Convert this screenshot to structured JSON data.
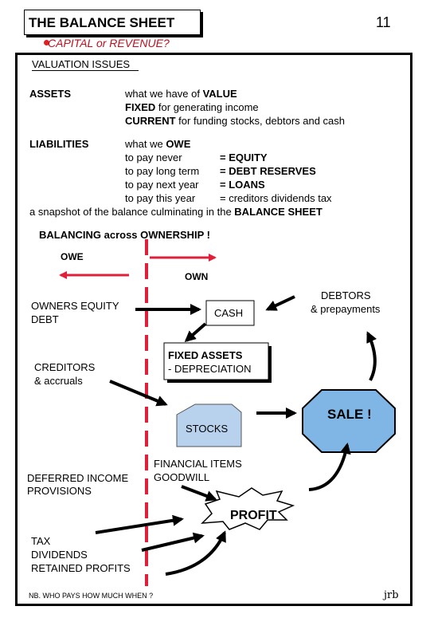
{
  "header": {
    "title": "THE BALANCE SHEET",
    "page_number": "11",
    "subtitle": "CAPITAL or REVENUE?"
  },
  "valuation": {
    "heading": "VALUATION ISSUES"
  },
  "assets": {
    "label": "ASSETS",
    "line1_prefix": "what we have of ",
    "line1_bold": "VALUE",
    "line2_bold": "FIXED",
    "line2_rest": " for generating income",
    "line3_bold": "CURRENT",
    "line3_rest": " for funding stocks, debtors and cash"
  },
  "liabilities": {
    "label": "LIABILITIES",
    "intro_prefix": "what we ",
    "intro_bold": "OWE",
    "rows": [
      {
        "left": "to pay never",
        "right": "= EQUITY"
      },
      {
        "left": "to pay long term",
        "right": "= DEBT RESERVES"
      },
      {
        "left": "to pay next year",
        "right": "=  LOANS"
      },
      {
        "left": "to pay this year",
        "right": "= creditors dividends tax"
      }
    ],
    "summary_prefix": "a snapshot of the balance culminating in the ",
    "summary_bold": "BALANCE SHEET"
  },
  "diagram": {
    "heading": "BALANCING across OWNERSHIP !",
    "owe": "OWE",
    "own": "OWN",
    "owners_equity": [
      "OWNERS EQUITY",
      "DEBT"
    ],
    "cash": "CASH",
    "debtors": [
      "DEBTORS",
      "& prepayments"
    ],
    "creditors": [
      "CREDITORS",
      "& accruals"
    ],
    "fixed_assets": [
      "FIXED ASSETS",
      "- DEPRECIATION"
    ],
    "sale": "SALE !",
    "stocks": "STOCKS",
    "financial_items": [
      "FINANCIAL ITEMS",
      "GOODWILL"
    ],
    "deferred_income": [
      "DEFERRED INCOME",
      "PROVISIONS"
    ],
    "profit": "PROFIT",
    "tax_block": [
      "TAX",
      "DIVIDENDS",
      "RETAINED PROFITS"
    ]
  },
  "footer": {
    "note": "NB.  WHO PAYS HOW MUCH WHEN ?",
    "initials": "jrb"
  },
  "colors": {
    "accent_red": "#e0203a",
    "sale_fill": "#7fb6e6",
    "stocks_fill": "#b8d2ee"
  }
}
